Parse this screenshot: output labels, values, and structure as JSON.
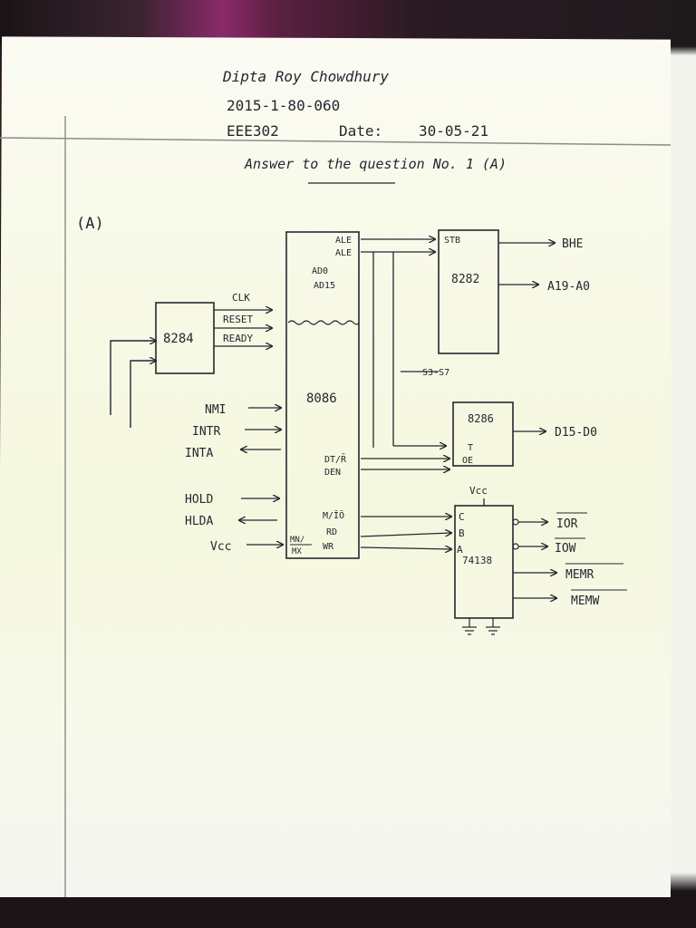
{
  "header": {
    "name": "Dipta Roy Chowdhury",
    "roll": "2015-1-80-060",
    "course": "EEE302",
    "date_label": "Date:",
    "date": "30-05-21",
    "title": "Answer to the question No. 1 (A)"
  },
  "section_label": "(A)",
  "chips": {
    "clock": "8284",
    "cpu": "8086",
    "latch": "8282",
    "transceiver": "8286",
    "decoder": "74138"
  },
  "clock_outputs": [
    "CLK",
    "RESET",
    "READY"
  ],
  "cpu_pins": {
    "ale": "ALE",
    "ale2": "ALE",
    "ad0": "AD0",
    "ad15": "AD15",
    "dtr": "DT/R̄",
    "den": "DEN",
    "mio": "M/ĪŌ",
    "rd": "RD",
    "wr": "WR",
    "mnmx_top": "MN/",
    "mnmx_bottom": "MX"
  },
  "cpu_inputs": [
    "NMI",
    "INTR",
    "INTA",
    "HOLD",
    "HLDA",
    "Vcc"
  ],
  "latch": {
    "stb": "STB",
    "out1": "BHE",
    "out2": "A19-A0",
    "bus_label": "S3-S7"
  },
  "transceiver": {
    "pin1": "T",
    "pin2": "OE",
    "out": "D15-D0"
  },
  "decoder": {
    "vcc": "Vcc",
    "pin_c": "C",
    "pin_b": "B",
    "pin_a": "A",
    "outputs": [
      "IOR",
      "IOW",
      "MEMR",
      "MEMW"
    ]
  },
  "colors": {
    "ink": "#262630",
    "paper": "#f7f9e6",
    "rule": "#8a8a8a"
  }
}
